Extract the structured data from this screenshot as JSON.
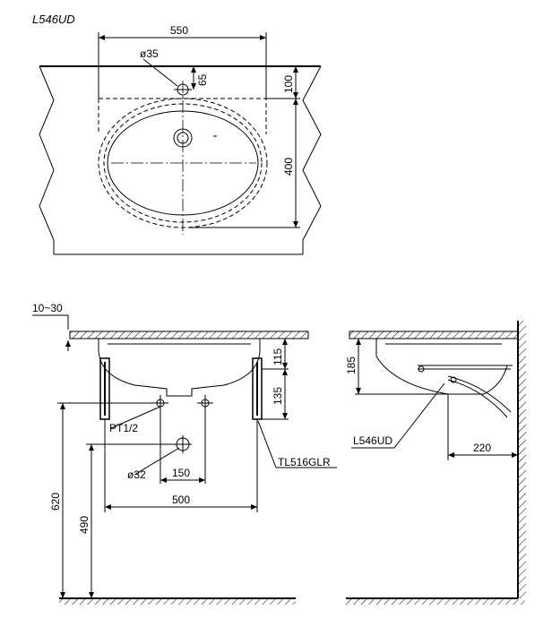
{
  "model_title": "L546UD",
  "top_view": {
    "width": "550",
    "hole_dia": "ø35",
    "hole_offset": "65",
    "back_gap": "100",
    "depth": "400"
  },
  "front_view": {
    "counter_thickness": "10~30",
    "height_top": "115",
    "height_mid": "135",
    "supply": "PT1/2",
    "drain_dia": "ø32",
    "drain_offset": "150",
    "bracket_spacing": "500",
    "floor_to_supply": "620",
    "floor_to_drain": "490",
    "bracket_model": "TL516GLR"
  },
  "side_view": {
    "depth": "185",
    "model": "L546UD",
    "projection": "220"
  }
}
